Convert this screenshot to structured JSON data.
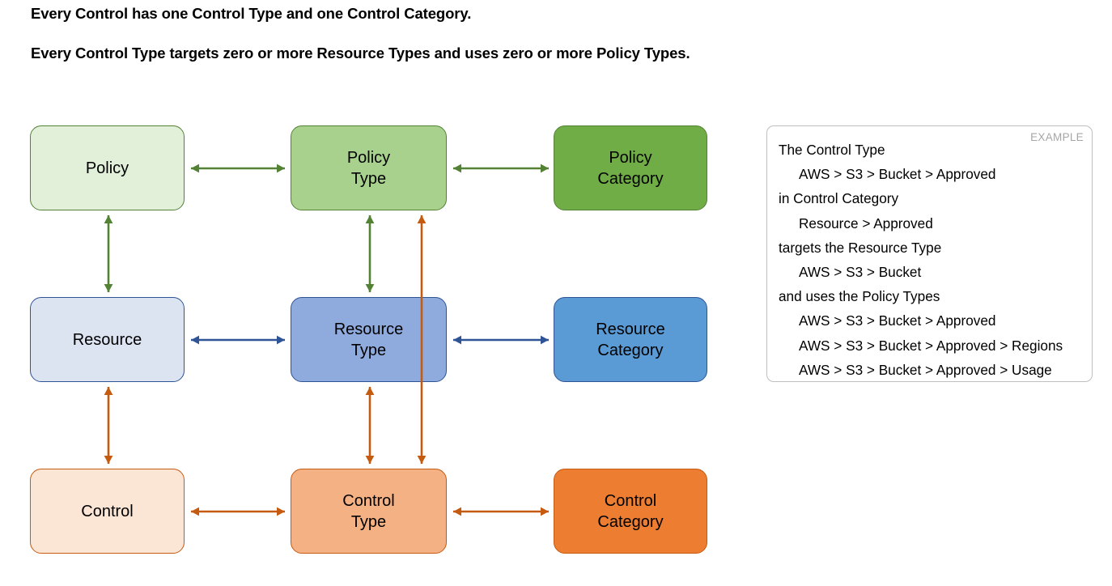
{
  "headings": [
    "Every Control has one Control Type and one Control Category.",
    "Every Control Type targets zero or more Resource Types and uses zero or more Policy Types."
  ],
  "colors": {
    "green_light": "#E2EFD9",
    "green_mid": "#A9D18E",
    "green_dark": "#70AD47",
    "green_border": "#548235",
    "green_arrow": "#548235",
    "blue_light": "#DCE4F2",
    "blue_mid": "#8FAADC",
    "blue_dark": "#5B9BD5",
    "blue_border": "#2E5496",
    "blue_arrow": "#2E5496",
    "orange_light": "#FBE5D5",
    "orange_mid": "#F4B183",
    "orange_dark": "#ED7D31",
    "orange_border": "#C55A11",
    "orange_arrow": "#C55A11",
    "example_border": "#BFBFBF",
    "example_tag": "#A6A6A6"
  },
  "nodes": {
    "policy": "Policy",
    "policy_type": "Policy\nType",
    "policy_category": "Policy\nCategory",
    "resource": "Resource",
    "resource_type": "Resource\nType",
    "resource_category": "Resource\nCategory",
    "control": "Control",
    "control_type": "Control\nType",
    "control_category": "Control\nCategory"
  },
  "connectors": [
    {
      "name": "policy-to-policy-type",
      "color": "#548235",
      "arrows": "both",
      "orientation": "horizontal"
    },
    {
      "name": "policy-type-to-policy-category",
      "color": "#548235",
      "arrows": "both",
      "orientation": "horizontal"
    },
    {
      "name": "resource-to-resource-type",
      "color": "#2E5496",
      "arrows": "both",
      "orientation": "horizontal"
    },
    {
      "name": "resource-type-to-resource-category",
      "color": "#2E5496",
      "arrows": "both",
      "orientation": "horizontal"
    },
    {
      "name": "control-to-control-type",
      "color": "#C55A11",
      "arrows": "both",
      "orientation": "horizontal"
    },
    {
      "name": "control-type-to-control-category",
      "color": "#C55A11",
      "arrows": "both",
      "orientation": "horizontal"
    },
    {
      "name": "policy-to-resource",
      "color": "#548235",
      "arrows": "both",
      "orientation": "vertical"
    },
    {
      "name": "policy-type-to-resource-type",
      "color": "#548235",
      "arrows": "both",
      "orientation": "vertical"
    },
    {
      "name": "resource-to-control",
      "color": "#C55A11",
      "arrows": "both",
      "orientation": "vertical"
    },
    {
      "name": "resource-type-to-control-type",
      "color": "#C55A11",
      "arrows": "both",
      "orientation": "vertical"
    },
    {
      "name": "control-type-to-policy-type",
      "color": "#C55A11",
      "arrows": "both",
      "orientation": "vertical"
    }
  ],
  "example": {
    "tag": "EXAMPLE",
    "lines": [
      {
        "text": "The Control Type",
        "indent": false
      },
      {
        "text": "AWS > S3 > Bucket > Approved",
        "indent": true
      },
      {
        "text": "in Control Category",
        "indent": false
      },
      {
        "text": "Resource > Approved",
        "indent": true
      },
      {
        "text": "targets the Resource Type",
        "indent": false
      },
      {
        "text": "AWS > S3 > Bucket",
        "indent": true
      },
      {
        "text": "and uses the Policy Types",
        "indent": false
      },
      {
        "text": "AWS > S3 > Bucket > Approved",
        "indent": true
      },
      {
        "text": "AWS > S3 > Bucket > Approved > Regions",
        "indent": true
      },
      {
        "text": "AWS > S3 > Bucket > Approved > Usage",
        "indent": true
      }
    ]
  }
}
